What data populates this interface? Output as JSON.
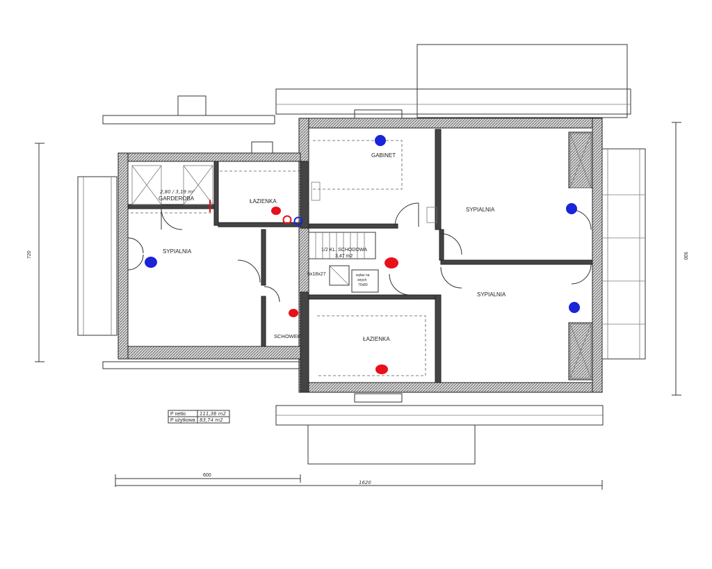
{
  "rooms": {
    "gabinet": "GABINET",
    "sypialnia_left": "SYPIALNIA",
    "sypialnia_right_top": "SYPIALNIA",
    "sypialnia_right_bottom": "SYPIALNIA",
    "lazienka_top": "ŁAZIENKA",
    "lazienka_bottom": "ŁAZIENKA",
    "garderoba": "GARDEROBA",
    "garderoba_note": "2,80 / 3,19 m²",
    "schowek": "SCHOWEK",
    "stairs_title": "1/2 KL. SCHODOWA",
    "stairs_area": "3,47 m2",
    "stairs_steps": "5x18x27",
    "hatch_line1": "wyłaz na",
    "hatch_line2": "strych",
    "hatch_line3": "70x80"
  },
  "area_table": {
    "row1_label": "P netto",
    "row1_value": "111,36 m2",
    "row2_label": "P użytkowa",
    "row2_value": "83,74 m2"
  },
  "dimensions": {
    "width_600": "600",
    "width_1620": "1620",
    "height_720": "720",
    "height_930": "930"
  },
  "colors": {
    "red_marker": "#e8101a",
    "blue_marker": "#1a24d8",
    "line": "#222222"
  }
}
